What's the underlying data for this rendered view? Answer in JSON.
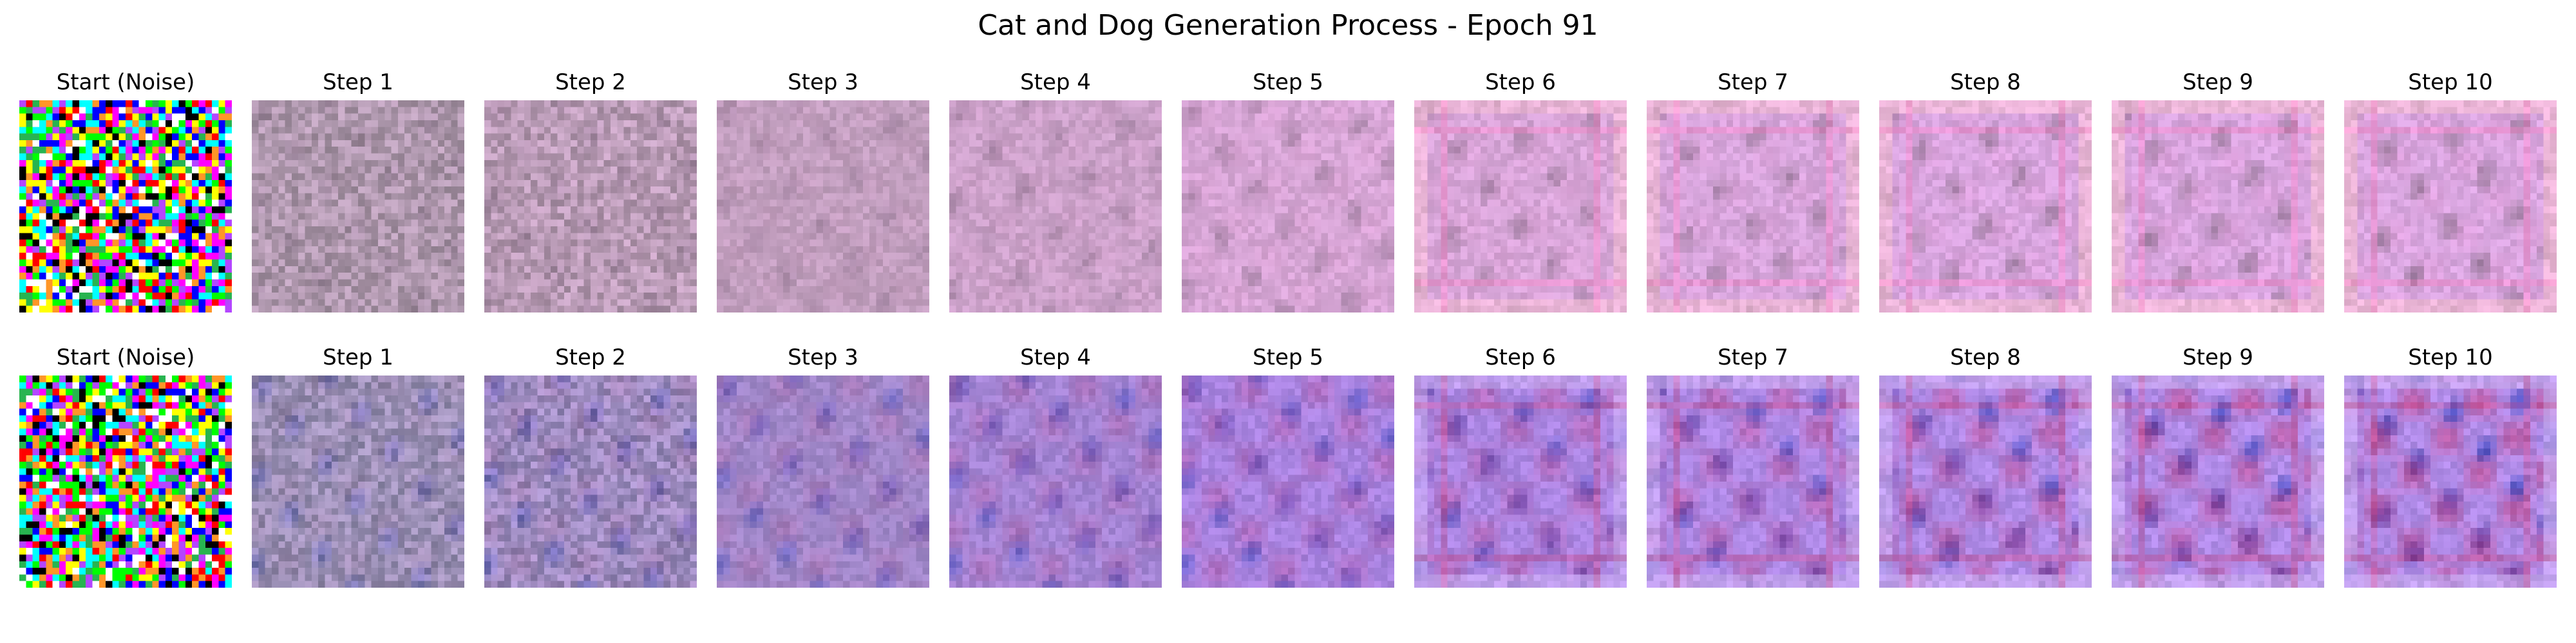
{
  "figure": {
    "title": "Cat and Dog Generation Process - Epoch 91"
  },
  "rows": [
    {
      "theme_colors": {
        "base": "#a695a8",
        "mid": "#d4a5c8",
        "end": "#d9a6e0",
        "accent": "#ff7fc4",
        "shadow": "#8d728f",
        "frame": "#f3bdd7"
      },
      "panels": [
        {
          "title": "Start (Noise)",
          "step": 0
        },
        {
          "title": "Step 1",
          "step": 1
        },
        {
          "title": "Step 2",
          "step": 2
        },
        {
          "title": "Step 3",
          "step": 3
        },
        {
          "title": "Step 4",
          "step": 4
        },
        {
          "title": "Step 5",
          "step": 5
        },
        {
          "title": "Step 6",
          "step": 6
        },
        {
          "title": "Step 7",
          "step": 7
        },
        {
          "title": "Step 8",
          "step": 8
        },
        {
          "title": "Step 9",
          "step": 9
        },
        {
          "title": "Step 10",
          "step": 10
        }
      ]
    },
    {
      "theme_colors": {
        "base": "#9a96ae",
        "mid": "#a07ad8",
        "end": "#b08be8",
        "accent": "#d80f3a",
        "shadow": "#2d3eb9",
        "frame": "#c8aaf1"
      },
      "panels": [
        {
          "title": "Start (Noise)",
          "step": 0
        },
        {
          "title": "Step 1",
          "step": 1
        },
        {
          "title": "Step 2",
          "step": 2
        },
        {
          "title": "Step 3",
          "step": 3
        },
        {
          "title": "Step 4",
          "step": 4
        },
        {
          "title": "Step 5",
          "step": 5
        },
        {
          "title": "Step 6",
          "step": 6
        },
        {
          "title": "Step 7",
          "step": 7
        },
        {
          "title": "Step 8",
          "step": 8
        },
        {
          "title": "Step 9",
          "step": 9
        },
        {
          "title": "Step 10",
          "step": 10
        }
      ]
    }
  ]
}
